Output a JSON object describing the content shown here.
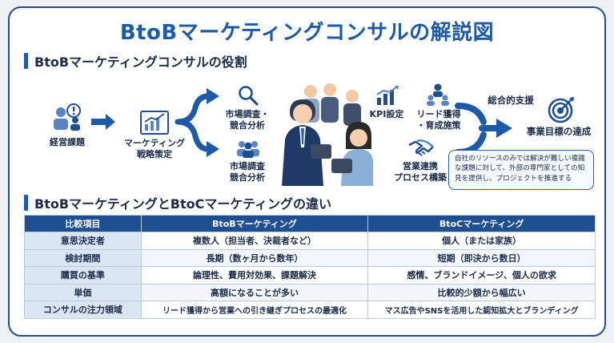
{
  "title": "BtoBマーケティングコンサルの解説図",
  "section1": {
    "heading": "BtoBマーケティングコンサルの役割",
    "flow": {
      "issue": "経営課題",
      "strategy": "マーケティング\n戦略策定",
      "research1": "市場調査・\n競合分析",
      "research2": "市場調査\n競合分析",
      "kpi": "KPI設定",
      "lead": "リード獲得\n・育成施策",
      "sales": "営業連携\nプロセス構築",
      "support": "総合的支援",
      "goal": "事業目標の達成"
    },
    "description": "自社のリソースのみでは解決が難しい複雑な課題に対して、外部の専門家としての知見を提供し、プロジェクトを推進する",
    "icons": [
      "person-alert-icon",
      "chart-board-icon",
      "magnifier-icon",
      "group-icon",
      "business-team-illustration",
      "bar-chart-icon",
      "network-people-icon",
      "handshake-icon",
      "target-icon"
    ]
  },
  "section2": {
    "heading": "BtoBマーケティングとBtoCマーケティングの違い",
    "columns": [
      "比較項目",
      "BtoBマーケティング",
      "BtoCマーケティング"
    ],
    "rows": [
      [
        "意思決定者",
        "複数人（担当者、決裁者など）",
        "個人（または家族）"
      ],
      [
        "検討期間",
        "長期（数ヶ月から数年）",
        "短期（即決から数日）"
      ],
      [
        "購買の基準",
        "論理性、費用対効果、課題解決",
        "感情、ブランドイメージ、個人の欲求"
      ],
      [
        "単価",
        "高額になることが多い",
        "比較的少額から幅広い"
      ],
      [
        "コンサルの注力領域",
        "リード獲得から営業への引き継ぎプロセスの最適化",
        "マス広告やSNSを活用した認知拡大とブランディング"
      ]
    ]
  },
  "colors": {
    "primary": "#1d5aa8",
    "header": "#1d4f91",
    "rowhead": "#dbe6f5"
  }
}
